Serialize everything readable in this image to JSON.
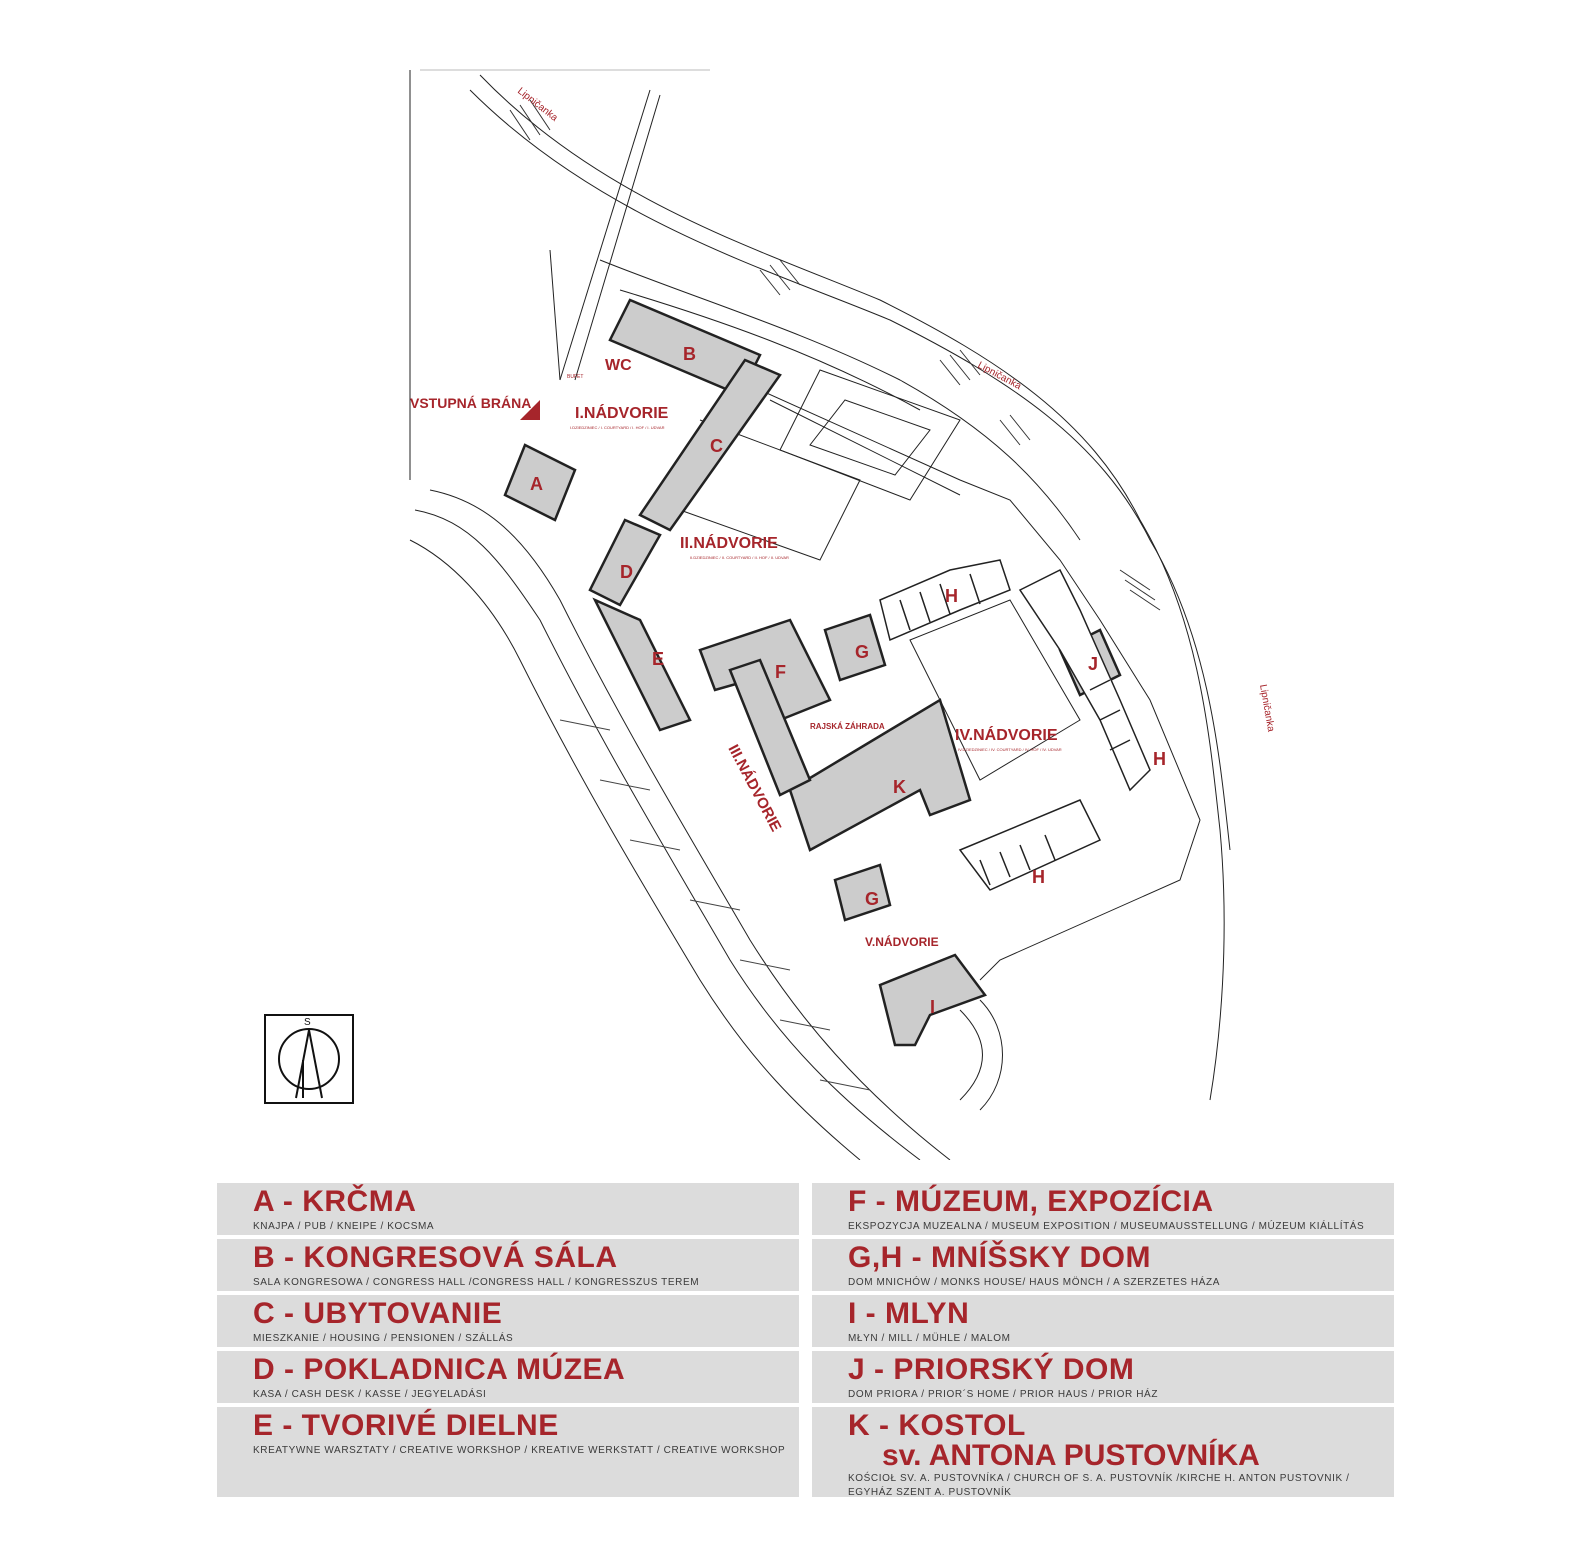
{
  "colors": {
    "accent": "#a6252b",
    "building": "#cccccc",
    "legend_bg": "#dcdcdc",
    "line": "#222222"
  },
  "map": {
    "river_labels": [
      "Lipničanka",
      "Lipničanka",
      "Lipničanka"
    ],
    "courtyards": [
      {
        "name": "I.NÁDVORIE",
        "sub": "I.DZIEDZINIEC / I. COURTYARD / I. HOF / I. UDVAR"
      },
      {
        "name": "II.NÁDVORIE",
        "sub": "II.DZIEDZINIEC / II. COURTYARD / II. HOF / II. UDVAR"
      },
      {
        "name": "III.NÁDVORIE",
        "sub": ""
      },
      {
        "name": "IV.NÁDVORIE",
        "sub": "IV.DZIEDZINIEC / IV. COURTYARD / IV. HOF / IV. UDVAR"
      },
      {
        "name": "V.NÁDVORIE",
        "sub": ""
      }
    ],
    "entrance": "VSTUPNÁ BRÁNA",
    "rajska": "RAJSKÁ ZÁHRADA",
    "wc": "WC",
    "buffet": "BUFET",
    "compass_letter": "S",
    "building_letters": [
      "A",
      "B",
      "C",
      "D",
      "E",
      "F",
      "G",
      "G",
      "H",
      "H",
      "H",
      "I",
      "J",
      "K"
    ]
  },
  "legend": {
    "left": [
      {
        "title": "A - KRČMA",
        "sub": "KNAJPA / PUB / KNEIPE / KOCSMA"
      },
      {
        "title": "B - KONGRESOVÁ SÁLA",
        "sub": "SALA KONGRESOWA / CONGRESS HALL /CONGRESS HALL / KONGRESSZUS TEREM"
      },
      {
        "title": "C - UBYTOVANIE",
        "sub": "MIESZKANIE / HOUSING / PENSIONEN / SZÁLLÁS"
      },
      {
        "title": "D - POKLADNICA MÚZEA",
        "sub": "KASA / CASH DESK / KASSE / JEGYELADÁSI"
      },
      {
        "title": "E - TVORIVÉ DIELNE",
        "sub": "KREATYWNE WARSZTATY / CREATIVE WORKSHOP / KREATIVE WERKSTATT / CREATIVE WORKSHOP"
      }
    ],
    "right": [
      {
        "title": "F - MÚZEUM, EXPOZÍCIA",
        "sub": "EKSPOZYCJA MUZEALNA / MUSEUM EXPOSITION / MUSEUMAUSSTELLUNG / MÚZEUM KIÁLLÍTÁS"
      },
      {
        "title": "G,H - MNÍŠSKY DOM",
        "sub": "DOM MNICHÓW / MONKS HOUSE/ HAUS MÖNCH / A SZERZETES HÁZA"
      },
      {
        "title": "I - MLYN",
        "sub": "MŁYN / MILL / MÜHLE / MALOM"
      },
      {
        "title": "J - PRIORSKÝ DOM",
        "sub": "DOM PRIORA / PRIOR´S HOME / PRIOR HAUS / PRIOR HÁZ"
      },
      {
        "title": "K - KOSTOL",
        "title2": "sv. ANTONA PUSTOVNÍKA",
        "sub": "KOŚCIOŁ SV. A. PUSTOVNÍKA / CHURCH OF S. A. PUSTOVNÍK /KIRCHE h. ANTON PUSTOVNIK / EGYHÁZ SZENT A. PUSTOVNÍK"
      }
    ]
  }
}
